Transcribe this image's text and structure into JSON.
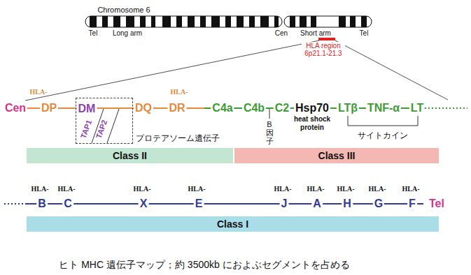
{
  "diagram": {
    "caption": "ヒト MHC 遺伝子マップ；約 3500kb におよぶセグメントを占める",
    "nodes": [
      {
        "text": [
          "DM",
          "TAP1",
          "TAP2"
        ]
      },
      {
        "text": [
          "Class II"
        ]
      },
      {
        "text": [
          "Class III"
        ]
      },
      {
        "text": [
          "Class I"
        ]
      }
    ],
    "labels": [
      "Chromosome 6",
      "Tel",
      "Long arm",
      "Cen",
      "Short arm",
      "Tel",
      "HLA region 6p21.1-21.3",
      "HLA-",
      "HLA-",
      "Cen",
      "DP",
      "DQ",
      "DR",
      "C4a",
      "C4b",
      "C2",
      "Hsp70",
      "LTβ",
      "TNF-α",
      "LT",
      "heat shock protein",
      "B 因子",
      "プロテアソーム遺伝子",
      "サイトカイン",
      "HLA-",
      "HLA-",
      "HLA-",
      "HLA-",
      "HLA-",
      "HLA-",
      "HLA-",
      "HLA-",
      "HLA-",
      "B",
      "C",
      "X",
      "E",
      "J",
      "A",
      "H",
      "G",
      "F",
      "Tel"
    ]
  }
}
